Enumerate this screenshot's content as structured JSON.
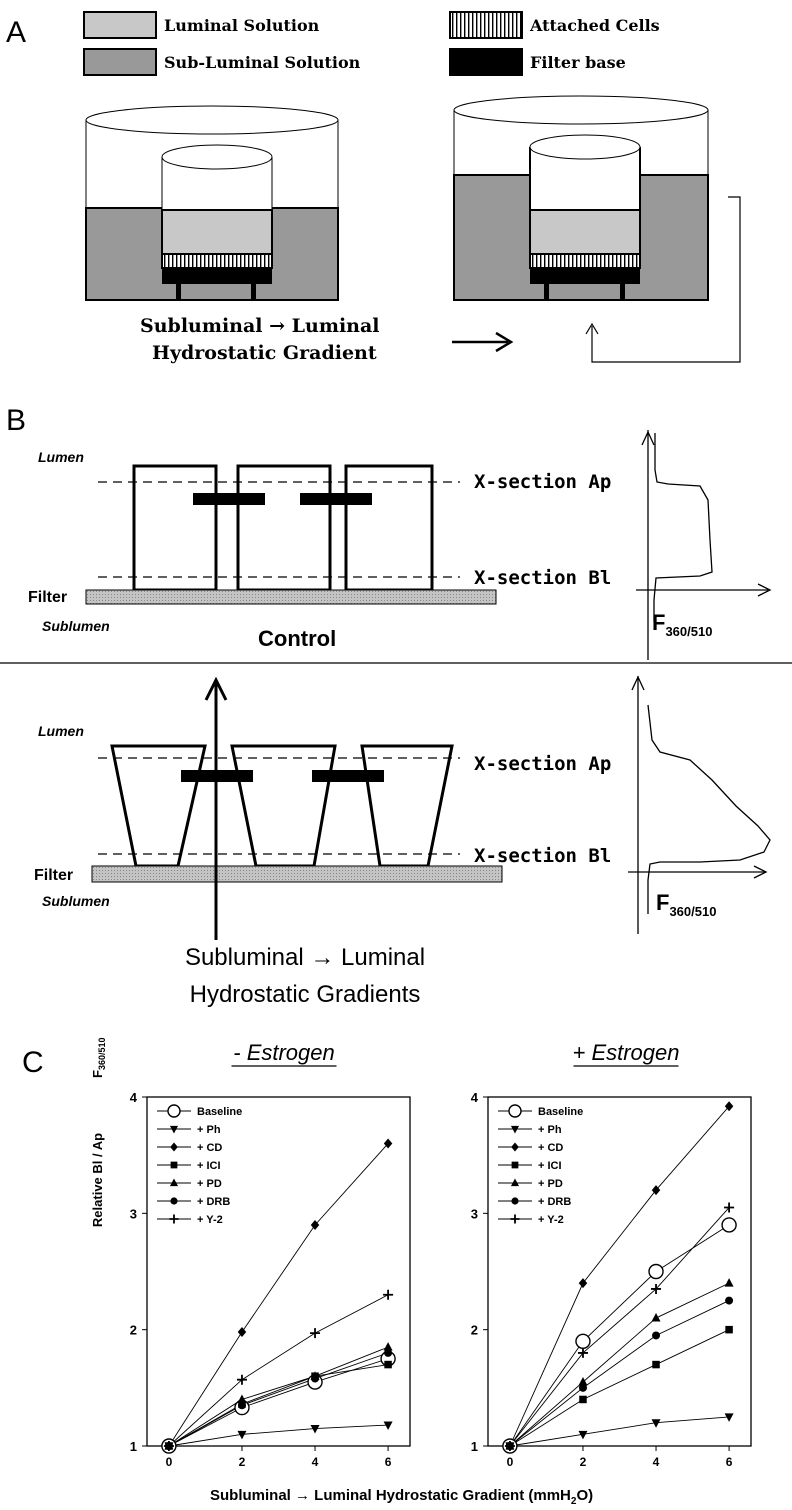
{
  "panel_a": {
    "letter": "A",
    "legend": [
      {
        "label": "Luminal Solution",
        "swatch": "luminal"
      },
      {
        "label": "Sub-Luminal Solution",
        "swatch": "subluminal"
      },
      {
        "label": "Attached Cells",
        "swatch": "cells"
      },
      {
        "label": "Filter base",
        "swatch": "filter"
      }
    ],
    "caption_line1": "Subluminal → Luminal",
    "caption_line2": "Hydrostatic Gradient"
  },
  "panel_b": {
    "letter": "B",
    "lumen": "Lumen",
    "filter": "Filter",
    "sublumen": "Sublumen",
    "xsection_ap": "X-section Ap",
    "xsection_bl": "X-section Bl",
    "control": "Control",
    "axis_label_main": "F",
    "axis_label_sub": "360/510",
    "caption_line1": "Subluminal → Luminal",
    "caption_line2": "Hydrostatic Gradients"
  },
  "panel_c": {
    "letter": "C",
    "xlabel_text": "Subluminal → Luminal Hydrostatic Gradient (mmH",
    "xlabel_sub": "2",
    "xlabel_end": "O)",
    "ylabel_text": "Relative Bl / Ap",
    "ylabel_f": "F",
    "ylabel_f_sub": "360/510"
  },
  "colors": {
    "luminal": "#c8c8c8",
    "subluminal": "#999999",
    "filter": "#000000",
    "filter_strip": "#b8b8b8"
  },
  "chart_data": [
    {
      "type": "line",
      "title": "- Estrogen",
      "x": [
        0,
        2,
        4,
        6
      ],
      "xlim": [
        -0.6,
        6.6
      ],
      "ylim": [
        1,
        4
      ],
      "xticks": [
        0,
        2,
        4,
        6
      ],
      "yticks": [
        1,
        2,
        3,
        4
      ],
      "legend_position": "top-left",
      "series": [
        {
          "name": "Baseline",
          "marker": "open-circle",
          "values": [
            1.0,
            1.33,
            1.55,
            1.75
          ]
        },
        {
          "name": "+ Ph",
          "marker": "triangle-down",
          "values": [
            1.0,
            1.1,
            1.15,
            1.18
          ]
        },
        {
          "name": "+ CD",
          "marker": "diamond",
          "values": [
            1.0,
            1.98,
            2.9,
            3.6
          ]
        },
        {
          "name": "+ ICI",
          "marker": "square",
          "values": [
            1.0,
            1.36,
            1.6,
            1.7
          ]
        },
        {
          "name": "+ PD",
          "marker": "triangle-up",
          "values": [
            1.0,
            1.4,
            1.6,
            1.85
          ]
        },
        {
          "name": "+ DRB",
          "marker": "filled-circle",
          "values": [
            1.0,
            1.35,
            1.58,
            1.8
          ]
        },
        {
          "name": "+ Y-2",
          "marker": "plus",
          "values": [
            1.0,
            1.57,
            1.97,
            2.3
          ]
        }
      ]
    },
    {
      "type": "line",
      "title": "+ Estrogen",
      "x": [
        0,
        2,
        4,
        6
      ],
      "xlim": [
        -0.6,
        6.6
      ],
      "ylim": [
        1,
        4
      ],
      "xticks": [
        0,
        2,
        4,
        6
      ],
      "yticks": [
        1,
        2,
        3,
        4
      ],
      "legend_position": "top-left",
      "series": [
        {
          "name": "Baseline",
          "marker": "open-circle",
          "values": [
            1.0,
            1.9,
            2.5,
            2.9
          ]
        },
        {
          "name": "+ Ph",
          "marker": "triangle-down",
          "values": [
            1.0,
            1.1,
            1.2,
            1.25
          ]
        },
        {
          "name": "+ CD",
          "marker": "diamond",
          "values": [
            1.0,
            2.4,
            3.2,
            3.92
          ]
        },
        {
          "name": "+ ICI",
          "marker": "square",
          "values": [
            1.0,
            1.4,
            1.7,
            2.0
          ]
        },
        {
          "name": "+ PD",
          "marker": "triangle-up",
          "values": [
            1.0,
            1.55,
            2.1,
            2.4
          ]
        },
        {
          "name": "+ DRB",
          "marker": "filled-circle",
          "values": [
            1.0,
            1.5,
            1.95,
            2.25
          ]
        },
        {
          "name": "+ Y-2",
          "marker": "plus",
          "values": [
            1.0,
            1.8,
            2.35,
            3.05
          ]
        }
      ]
    }
  ]
}
